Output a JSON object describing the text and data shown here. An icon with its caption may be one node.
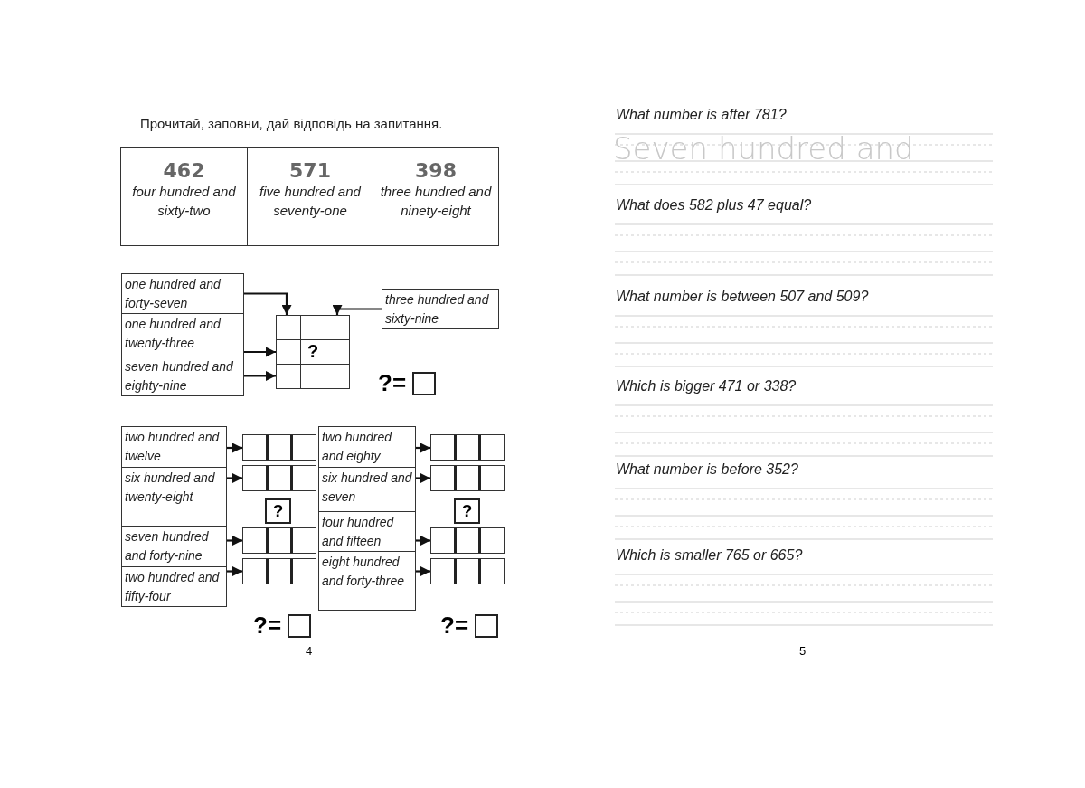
{
  "diagram": {
    "title": "Прочитай, заповни, дай відповідь на запитання.",
    "nodes": [
      {
        "text": [
          "462",
          "four hundred and sixty-two"
        ]
      },
      {
        "text": [
          "571",
          "five hundred and seventy-one"
        ]
      },
      {
        "text": [
          "398",
          "three hundred and ninety-eight"
        ]
      },
      {
        "text": [
          "one hundred and forty-seven"
        ]
      },
      {
        "text": [
          "one hundred and twenty-three"
        ]
      },
      {
        "text": [
          "seven hundred and eighty-nine"
        ]
      },
      {
        "text": [
          "three hundred and sixty-nine"
        ]
      },
      {
        "text": [
          "?"
        ]
      },
      {
        "text": [
          "two hundred and twelve"
        ]
      },
      {
        "text": [
          "six hundred and twenty-eight"
        ]
      },
      {
        "text": [
          "seven hundred and forty-nine"
        ]
      },
      {
        "text": [
          "two hundred and fifty-four"
        ]
      },
      {
        "text": [],
        "shape": "box"
      },
      {
        "text": [],
        "shape": "box"
      },
      {
        "text": [
          "?"
        ]
      },
      {
        "text": [],
        "shape": "box"
      },
      {
        "text": [],
        "shape": "box"
      },
      {
        "text": [
          "two hundred and eighty"
        ]
      },
      {
        "text": [
          "six hundred and seven"
        ]
      },
      {
        "text": [
          "four hundred and fifteen"
        ]
      },
      {
        "text": [
          "eight hundred and forty-three"
        ]
      },
      {
        "text": [],
        "shape": "box"
      },
      {
        "text": [],
        "shape": "box"
      },
      {
        "text": [
          "?"
        ]
      },
      {
        "text": [],
        "shape": "box"
      },
      {
        "text": [],
        "shape": "box"
      }
    ],
    "edges": [
      {
        "from": 3,
        "to": 7,
        "arrow": "to"
      },
      {
        "from": 4,
        "to": 7,
        "arrow": "to"
      },
      {
        "from": 5,
        "to": 7,
        "arrow": "to"
      },
      {
        "from": 6,
        "to": 7,
        "arrow": "to"
      },
      {
        "from": 8,
        "to": 12,
        "arrow": "to"
      },
      {
        "from": 9,
        "to": 13,
        "arrow": "to"
      },
      {
        "from": 10,
        "to": 15,
        "arrow": "to"
      },
      {
        "from": 11,
        "to": 16,
        "arrow": "to"
      },
      {
        "from": 17,
        "to": 21,
        "arrow": "to"
      },
      {
        "from": 18,
        "to": 22,
        "arrow": "to"
      },
      {
        "from": 19,
        "to": 24,
        "arrow": "to"
      },
      {
        "from": 20,
        "to": 25,
        "arrow": "to"
      }
    ],
    "labels": [
      "?=",
      "?=",
      "?=",
      "4",
      "What number is after 781?",
      "Seven hundred and",
      "What does 582 plus 47 equal?",
      "What number is between 507 and 509?",
      "Which is bigger 471 or 338?",
      "What number is before 352?",
      "Which is smaller 765 or 665?",
      "5"
    ]
  }
}
